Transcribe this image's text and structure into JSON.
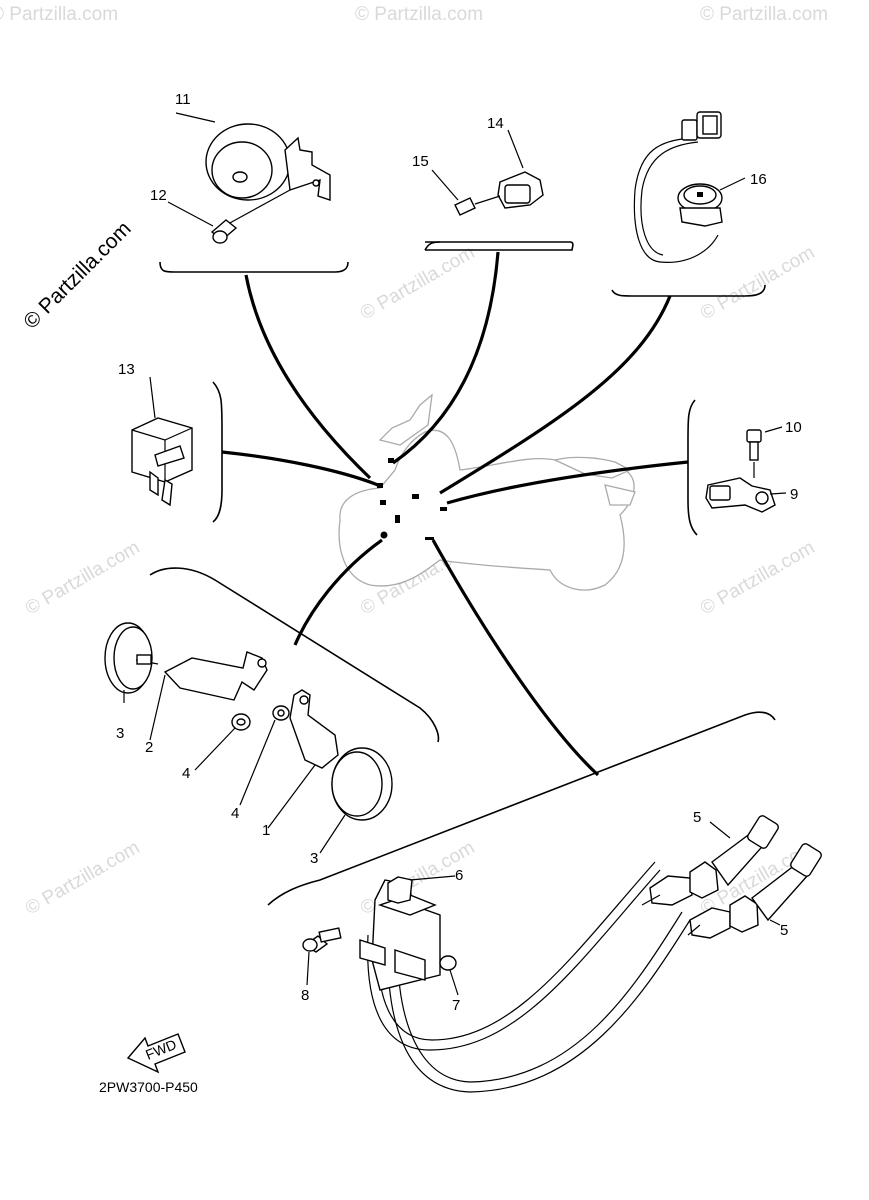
{
  "diagram": {
    "code": "2PW3700-P450",
    "fwd_label": "FWD",
    "watermark": "© Partzilla.com",
    "callouts": {
      "c1": "1",
      "c2": "2",
      "c3a": "3",
      "c3b": "3",
      "c4a": "4",
      "c4b": "4",
      "c5a": "5",
      "c5b": "5",
      "c6": "6",
      "c7": "7",
      "c8": "8",
      "c9": "9",
      "c10": "10",
      "c11": "11",
      "c12": "12",
      "c13": "13",
      "c14": "14",
      "c15": "15",
      "c16": "16"
    }
  }
}
